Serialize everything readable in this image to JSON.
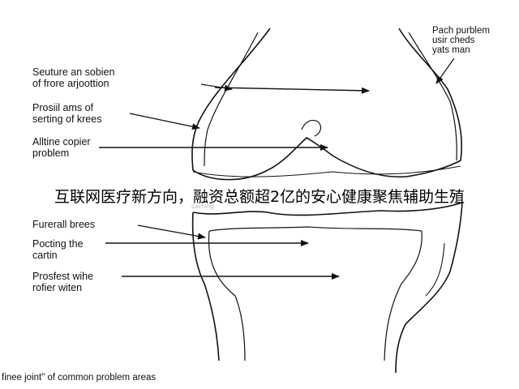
{
  "labels": {
    "top_left": [
      "Seuture an sobien",
      "of frore arjoottion"
    ],
    "second_left": [
      "Prosiil ams of",
      "serting of krees"
    ],
    "third_left": [
      "Alltine copier",
      "problem"
    ],
    "fourth_left": [
      "Furerall brees"
    ],
    "fifth_left": [
      "Pocting the",
      "cartin"
    ],
    "sixth_left": [
      "Prosfest wihe",
      "rofier witen"
    ],
    "top_right": [
      "Pach purblem",
      "usir cheds",
      "yats man"
    ]
  },
  "faint_label": "carting",
  "overlay_banner": "互联网医疗新方向，融资总额超2亿的安心健康聚焦辅助生殖",
  "caption": "finee joint\" of common problem areas",
  "colors": {
    "line": "#111111",
    "banner_bg": "#ffffff"
  }
}
